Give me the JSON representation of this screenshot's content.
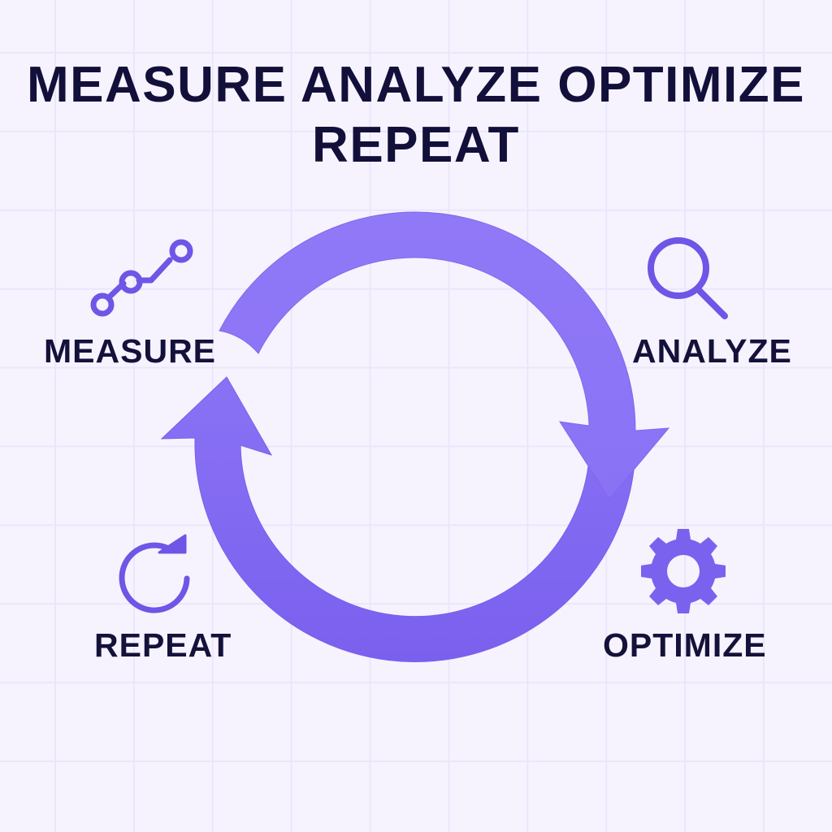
{
  "title": {
    "line1": "MEASURE ANALYZE OPTIMIZE",
    "line2": "REPEAT"
  },
  "cycle": {
    "steps": [
      {
        "label": "MEASURE",
        "icon": "line-chart-icon",
        "position": "top-left"
      },
      {
        "label": "ANALYZE",
        "icon": "magnifier-icon",
        "position": "top-right"
      },
      {
        "label": "OPTIMIZE",
        "icon": "gear-icon",
        "position": "bottom-right"
      },
      {
        "label": "REPEAT",
        "icon": "refresh-icon",
        "position": "bottom-left"
      }
    ],
    "arrows": [
      {
        "name": "top-arc-arrow",
        "from": "MEASURE",
        "to": "OPTIMIZE",
        "direction": "clockwise"
      },
      {
        "name": "bottom-arc-arrow",
        "from": "OPTIMIZE",
        "to": "MEASURE",
        "direction": "clockwise"
      }
    ]
  },
  "colors": {
    "background": "#f6f3fe",
    "grid": "#ebe6fb",
    "text": "#12103a",
    "accent_light": "#8c74f6",
    "accent_dark": "#7b62ee",
    "icon": "#6e56e6"
  }
}
